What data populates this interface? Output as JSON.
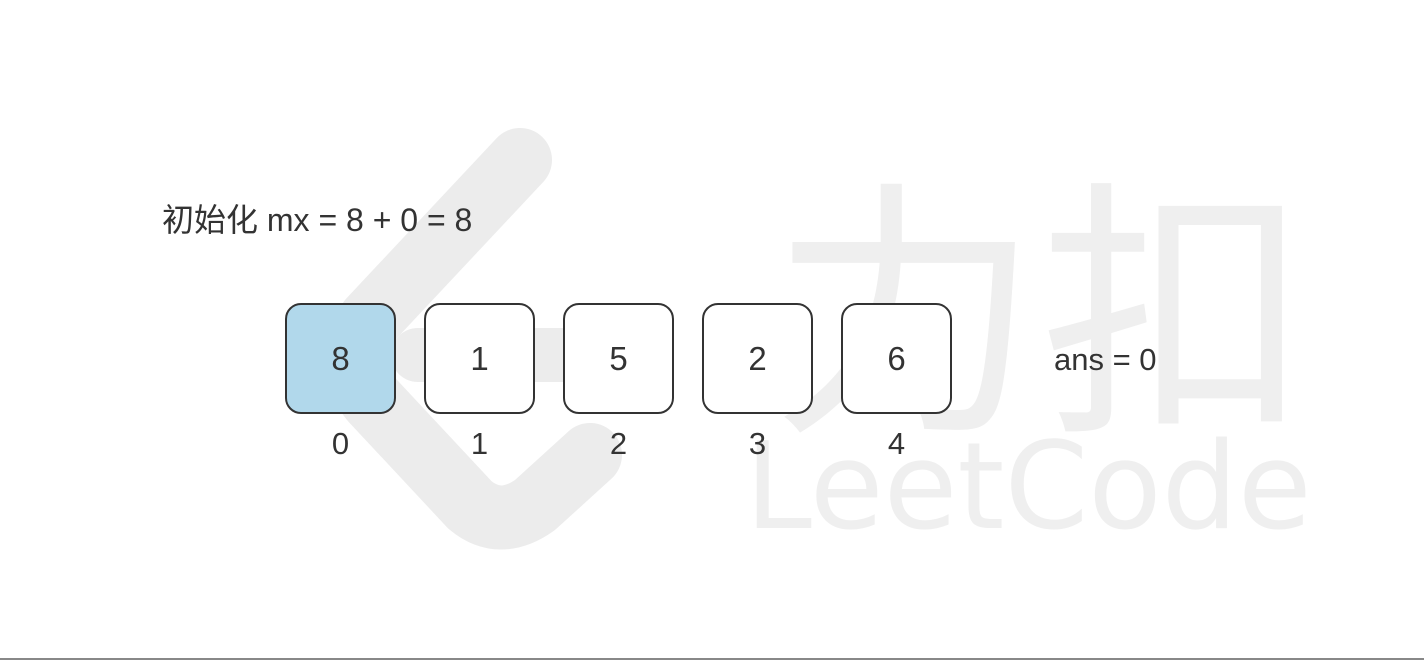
{
  "caption": "初始化 mx = 8 + 0 = 8",
  "array": {
    "values": [
      "8",
      "1",
      "5",
      "2",
      "6"
    ],
    "indices": [
      "0",
      "1",
      "2",
      "3",
      "4"
    ],
    "highlighted_index": 0,
    "highlight_color": "#b1d8eb"
  },
  "ans_label": "ans = 0",
  "watermark": {
    "brand_cn": "力扣",
    "brand_en": "LeetCode",
    "color": "#ececec"
  }
}
